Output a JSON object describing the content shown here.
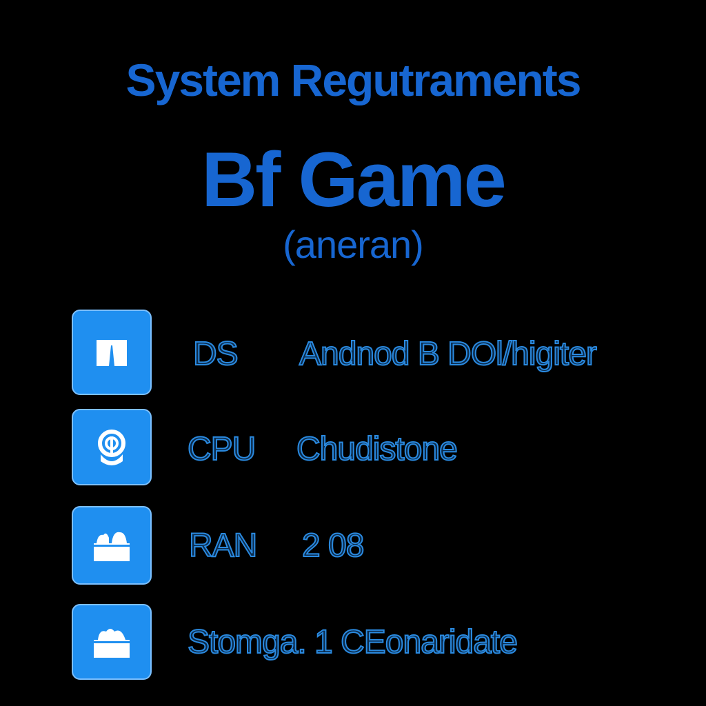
{
  "header": {
    "title": "System Regutraments",
    "game_name": "Bf Game",
    "subtitle": "(aneran)"
  },
  "requirements": [
    {
      "icon": "os-icon",
      "label": "DS",
      "value": "Andnod B DOl/higiter"
    },
    {
      "icon": "cpu-icon",
      "label": "CPU",
      "value": "Chudistone"
    },
    {
      "icon": "ram-icon",
      "label": "RAN",
      "value": "2 08"
    },
    {
      "icon": "storage-icon",
      "label": "Stomga. 1 CEonaridate",
      "value": ""
    }
  ],
  "colors": {
    "background": "#000000",
    "title_blue": "#1766d1",
    "icon_tile": "#1f8ff0",
    "icon_border": "#7cc0ff",
    "row_text_stroke": "#2a8ae0"
  }
}
